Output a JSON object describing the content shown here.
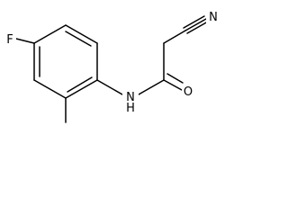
{
  "molecule": {
    "atoms": {
      "fluorine": "F",
      "amide_nitrogen": "N",
      "amide_hydrogen": "H",
      "carbonyl_oxygen": "O",
      "nitrile_nitrogen": "N"
    }
  }
}
